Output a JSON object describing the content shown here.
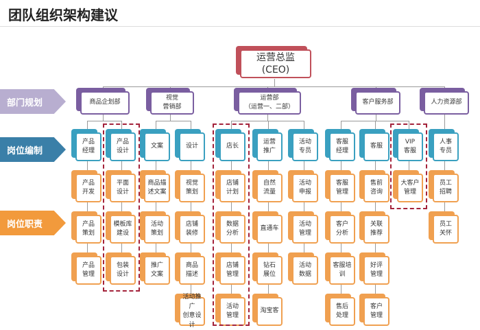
{
  "title": "团队组织架构建议",
  "side_labels": [
    {
      "text": "部门规划",
      "color": "#b8aed0"
    },
    {
      "text": "岗位编制",
      "color": "#3a7fa8"
    },
    {
      "text": "岗位职责",
      "color": "#f29a3c"
    }
  ],
  "colors": {
    "ceo": "#c0505a",
    "dept": "#7a5ea0",
    "role": "#3aa0c0",
    "duty": "#f0a050",
    "dashed": "#a3223a"
  },
  "ceo": "运营总监\n(CEO)",
  "departments": [
    {
      "name": "商品企划部",
      "roles": [
        {
          "name": "产品\n经理",
          "duties": [
            "产品\n开发",
            "产品\n策划",
            "产品\n管理"
          ]
        },
        {
          "name": "产品\n设计",
          "highlight": true,
          "duties": [
            "平面\n设计",
            "模板库\n建设",
            "包装\n设计"
          ]
        }
      ]
    },
    {
      "name": "视觉\n营销部",
      "roles": [
        {
          "name": "文案",
          "duties": [
            "商品描\n述文案",
            "活动\n策划",
            "推广\n文案"
          ]
        },
        {
          "name": "设计",
          "duties": [
            "视觉\n策划",
            "店铺\n装修",
            "商品\n描述",
            "活动推广\n创意设计"
          ]
        }
      ]
    },
    {
      "name": "运营部\n（运营一、二部）",
      "roles": [
        {
          "name": "店长",
          "highlight": true,
          "duties": [
            "店铺\n计划",
            "数据\n分析",
            "店铺\n管理",
            "活动\n管理"
          ]
        },
        {
          "name": "运营\n推广",
          "duties": [
            "自然\n流量",
            "直通车",
            "钻石\n展位",
            "淘宝客"
          ]
        },
        {
          "name": "活动\n专员",
          "duties": [
            "活动\n申报",
            "活动\n管理",
            "活动\n数据"
          ]
        }
      ]
    },
    {
      "name": "客户服务部",
      "roles": [
        {
          "name": "客服\n经理",
          "duties": [
            "客服\n管理",
            "客户\n分析",
            "客服培\n训",
            "售后\n处理"
          ]
        },
        {
          "name": "客服",
          "duties": [
            "售前\n咨询",
            "关联\n推荐",
            "好评\n管理",
            "客户\n管理"
          ]
        },
        {
          "name": "VIP\n客服",
          "highlight": true,
          "duties": [
            "大客户\n管理"
          ]
        }
      ]
    },
    {
      "name": "人力资源部",
      "roles": [
        {
          "name": "人事\n专员",
          "duties": [
            "员工\n招聘",
            "员工\n关怀"
          ]
        }
      ]
    }
  ]
}
